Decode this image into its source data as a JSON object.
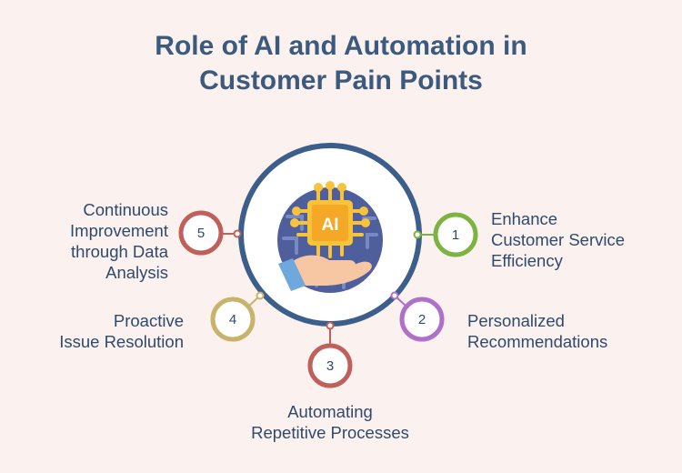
{
  "title": [
    "Role of AI and Automation in",
    "Customer Pain Points"
  ],
  "center_icon": {
    "name": "ai-chip-hand-icon",
    "text": "AI"
  },
  "colors": {
    "background": "#fbf1ef",
    "ring": "#3b5f8a",
    "text": "#2f4a6b",
    "step1": "#7cb342",
    "step2": "#b06fc8",
    "step3": "#c0605b",
    "step4": "#c7b36b",
    "step5": "#c0605b"
  },
  "steps": [
    {
      "number": "1",
      "lines": [
        "Enhance",
        "Customer Service",
        "Efficiency"
      ]
    },
    {
      "number": "2",
      "lines": [
        "Personalized",
        "Recommendations"
      ]
    },
    {
      "number": "3",
      "lines": [
        "Automating",
        "Repetitive Processes"
      ]
    },
    {
      "number": "4",
      "lines": [
        "Proactive",
        "Issue Resolution"
      ]
    },
    {
      "number": "5",
      "lines": [
        "Continuous",
        "Improvement",
        "through Data",
        "Analysis"
      ]
    }
  ]
}
